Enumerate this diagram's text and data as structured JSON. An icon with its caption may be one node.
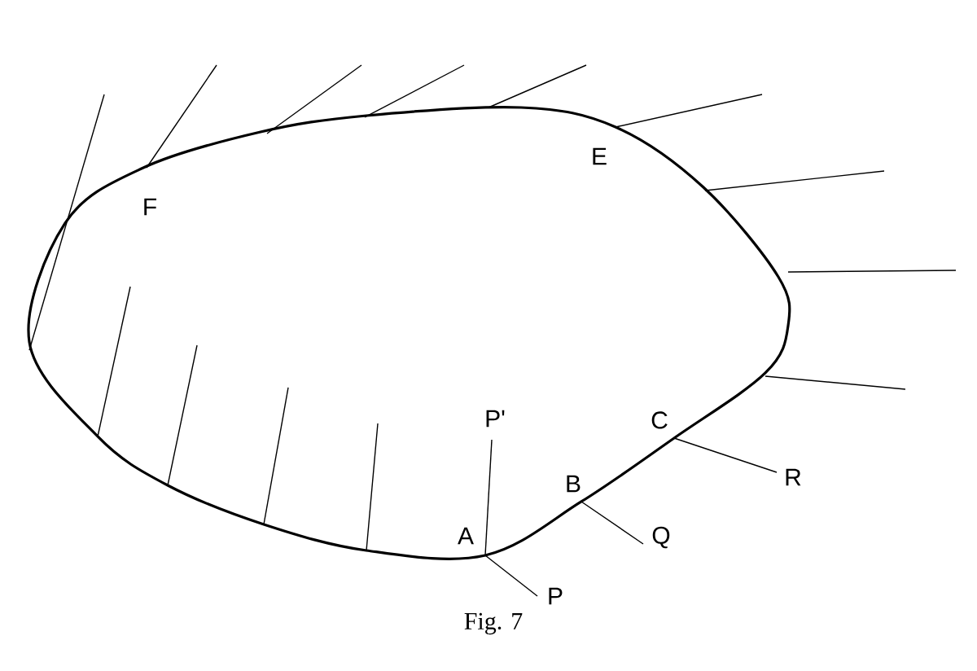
{
  "diagram": {
    "caption": "Fig. 7",
    "labels": [
      "F",
      "E",
      "P'",
      "C",
      "B",
      "R",
      "A",
      "Q",
      "P"
    ]
  }
}
